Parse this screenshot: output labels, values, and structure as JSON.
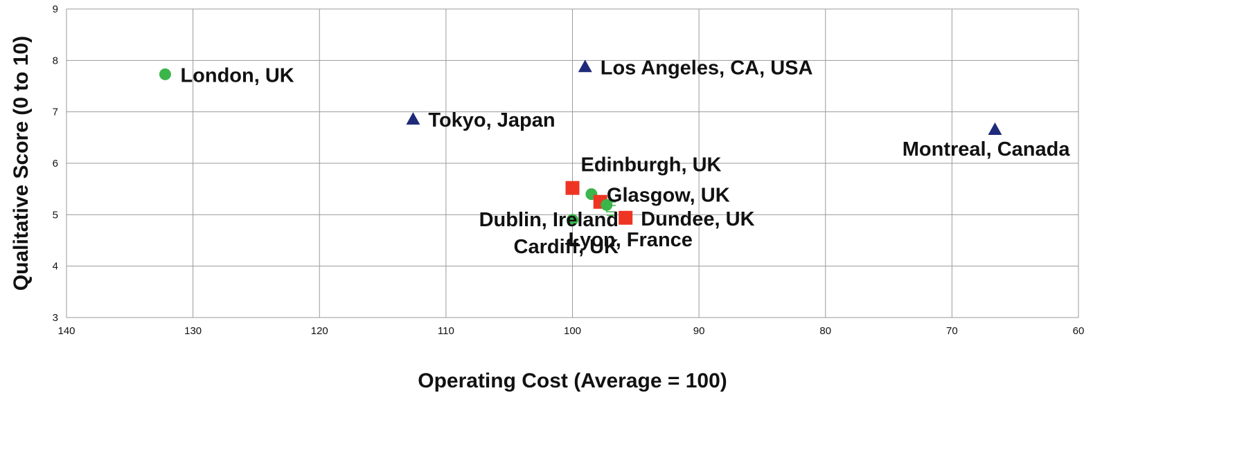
{
  "chart_data": {
    "type": "scatter",
    "xlabel": "Operating Cost (Average = 100)",
    "ylabel": "Qualitative Score (0 to 10)",
    "xlim": [
      140,
      60
    ],
    "ylim": [
      3,
      9
    ],
    "x_reversed": true,
    "x_ticks": [
      140,
      130,
      120,
      110,
      100,
      90,
      80,
      70,
      60
    ],
    "y_ticks": [
      3,
      4,
      5,
      6,
      7,
      8,
      9
    ],
    "grid": true,
    "colors": {
      "circle": "#3cb54a",
      "triangle": "#1f2a7a",
      "square": "#ee3524",
      "leader": "#3cb54a"
    },
    "points": [
      {
        "label": "London, UK",
        "x": 132.2,
        "y": 7.73,
        "marker": "circle",
        "label_pos": "right"
      },
      {
        "label": "Los Angeles, CA, USA",
        "x": 99.0,
        "y": 7.88,
        "marker": "triangle",
        "label_pos": "right"
      },
      {
        "label": "Tokyo, Japan",
        "x": 112.6,
        "y": 6.86,
        "marker": "triangle",
        "label_pos": "right"
      },
      {
        "label": "Montreal, Canada",
        "x": 66.6,
        "y": 6.66,
        "marker": "triangle",
        "label_pos": "below-left"
      },
      {
        "label": "Edinburgh, UK",
        "x": 100.0,
        "y": 5.52,
        "marker": "square",
        "label_pos": "above"
      },
      {
        "label": "Glasgow, UK",
        "x": 98.5,
        "y": 5.4,
        "marker": "circle",
        "label_pos": "right"
      },
      {
        "label": "Dublin, Ireland",
        "x": 97.8,
        "y": 5.25,
        "marker": "square",
        "label_pos": "left-leader"
      },
      {
        "label": "Cardiff, UK",
        "x": 97.3,
        "y": 5.19,
        "marker": "circle",
        "label_pos": "left-leader"
      },
      {
        "label": "Dundee, UK",
        "x": 95.8,
        "y": 4.94,
        "marker": "square",
        "label_pos": "right"
      },
      {
        "label": "Lyon, France",
        "x": 100.0,
        "y": 4.9,
        "marker": "circle",
        "label_pos": "below"
      }
    ]
  }
}
